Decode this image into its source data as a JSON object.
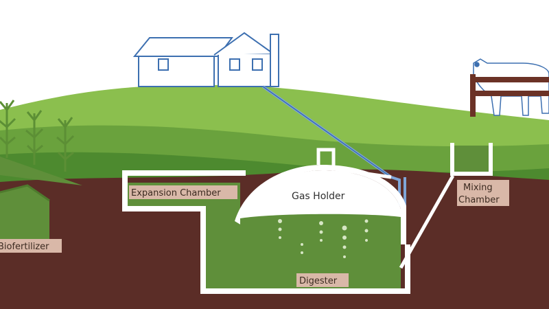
{
  "labels": {
    "expansion_chamber": "Expansion Chamber",
    "gas_holder": "Gas Holder",
    "mixing_chamber_line1": "Mixing",
    "mixing_chamber_line2": "Chamber",
    "digester": "Digester",
    "biofertilizer": "Biofertilizer"
  },
  "colors": {
    "sky": "#ffffff",
    "grass_light": "#8bbf4e",
    "grass_mid": "#6aa23d",
    "grass_dark": "#4d8a2f",
    "soil": "#5b2d27",
    "slurry": "#5f8f3a",
    "outline": "#ffffff",
    "pipe": "#3c6fb0",
    "label_bg": "#d9b8a8"
  },
  "icons": {
    "house": "house-icon",
    "cow": "cow-icon",
    "corn": "corn-plant-icon",
    "fence": "fence-icon"
  }
}
